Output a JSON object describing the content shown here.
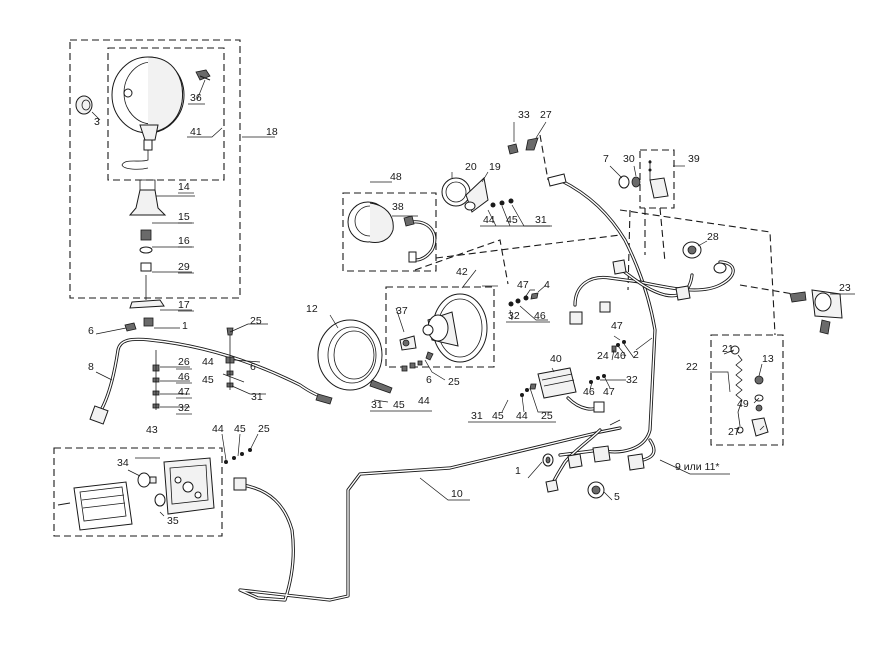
{
  "diagram": {
    "labels": {
      "l1a": "1",
      "l1b": "1",
      "l2": "2",
      "l3": "3",
      "l4": "4",
      "l5": "5",
      "l6a": "6",
      "l6b": "6",
      "l6c": "6",
      "l7": "7",
      "l8": "8",
      "l9": "9 или 11*",
      "l10": "10",
      "l12": "12",
      "l13": "13",
      "l14": "14",
      "l15": "15",
      "l16": "16",
      "l17": "17",
      "l18": "18",
      "l19": "19",
      "l20": "20",
      "l21": "21",
      "l22": "22",
      "l23": "23",
      "l24": "24",
      "l25a": "25",
      "l25b": "25",
      "l25c": "25",
      "l25d": "25",
      "l26": "26",
      "l27a": "27",
      "l27b": "27",
      "l28": "28",
      "l29": "29",
      "l30": "30",
      "l31a": "31",
      "l31b": "31",
      "l31c": "31",
      "l31d": "31",
      "l32a": "32",
      "l32b": "32",
      "l32c": "32",
      "l33": "33",
      "l34": "34",
      "l35": "35",
      "l36": "36",
      "l37": "37",
      "l38": "38",
      "l39": "39",
      "l40": "40",
      "l41": "41",
      "l42": "42",
      "l43": "43",
      "l44a": "44",
      "l44b": "44",
      "l44c": "44",
      "l44d": "44",
      "l44e": "44",
      "l45a": "45",
      "l45b": "45",
      "l45c": "45",
      "l45d": "45",
      "l45e": "45",
      "l46a": "46",
      "l46b": "46",
      "l46c": "46",
      "l46d": "46",
      "l47a": "47",
      "l47b": "47",
      "l47c": "47",
      "l47d": "47",
      "l48": "48",
      "l49": "49"
    }
  }
}
